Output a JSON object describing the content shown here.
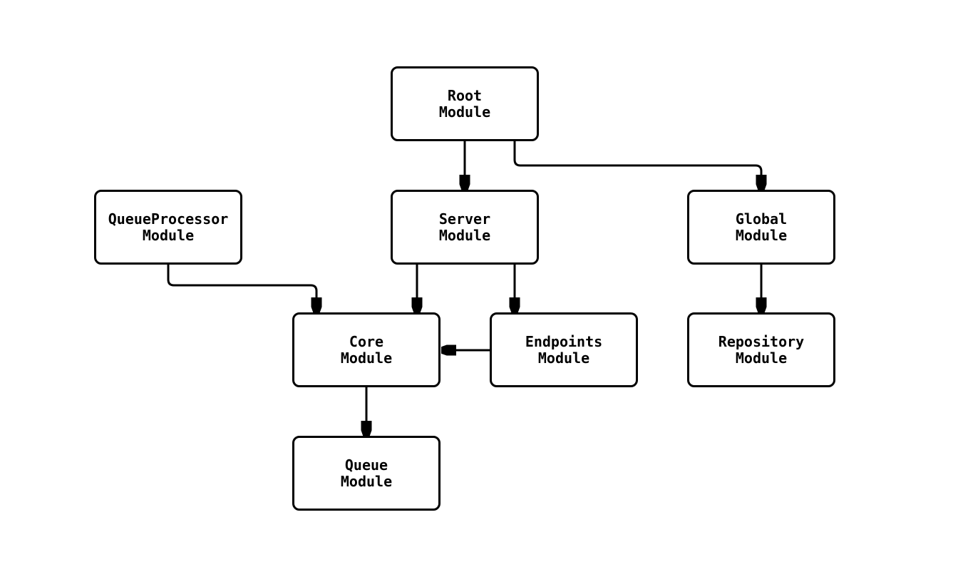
{
  "diagram": {
    "title": "",
    "type": "module-dependency-flowchart",
    "background_color": "#ffffff",
    "node_border_color": "#000000",
    "node_fill_color": "#ffffff",
    "edge_color": "#000000",
    "text_color": "#000000",
    "nodes": {
      "root": {
        "line1": "Root",
        "line2": "Module"
      },
      "server": {
        "line1": "Server",
        "line2": "Module"
      },
      "queueprocessor": {
        "line1": "QueueProcessor",
        "line2": "Module"
      },
      "global": {
        "line1": "Global",
        "line2": "Module"
      },
      "core": {
        "line1": "Core",
        "line2": "Module"
      },
      "endpoints": {
        "line1": "Endpoints",
        "line2": "Module"
      },
      "repository": {
        "line1": "Repository",
        "line2": "Module"
      },
      "queue": {
        "line1": "Queue",
        "line2": "Module"
      }
    },
    "edges": [
      {
        "from": "Root Module",
        "to": "Server Module"
      },
      {
        "from": "Root Module",
        "to": "Global Module"
      },
      {
        "from": "QueueProcessor Module",
        "to": "Core Module"
      },
      {
        "from": "Server Module",
        "to": "Core Module"
      },
      {
        "from": "Server Module",
        "to": "Endpoints Module"
      },
      {
        "from": "Endpoints Module",
        "to": "Core Module"
      },
      {
        "from": "Global Module",
        "to": "Repository Module"
      },
      {
        "from": "Core Module",
        "to": "Queue Module"
      }
    ]
  }
}
